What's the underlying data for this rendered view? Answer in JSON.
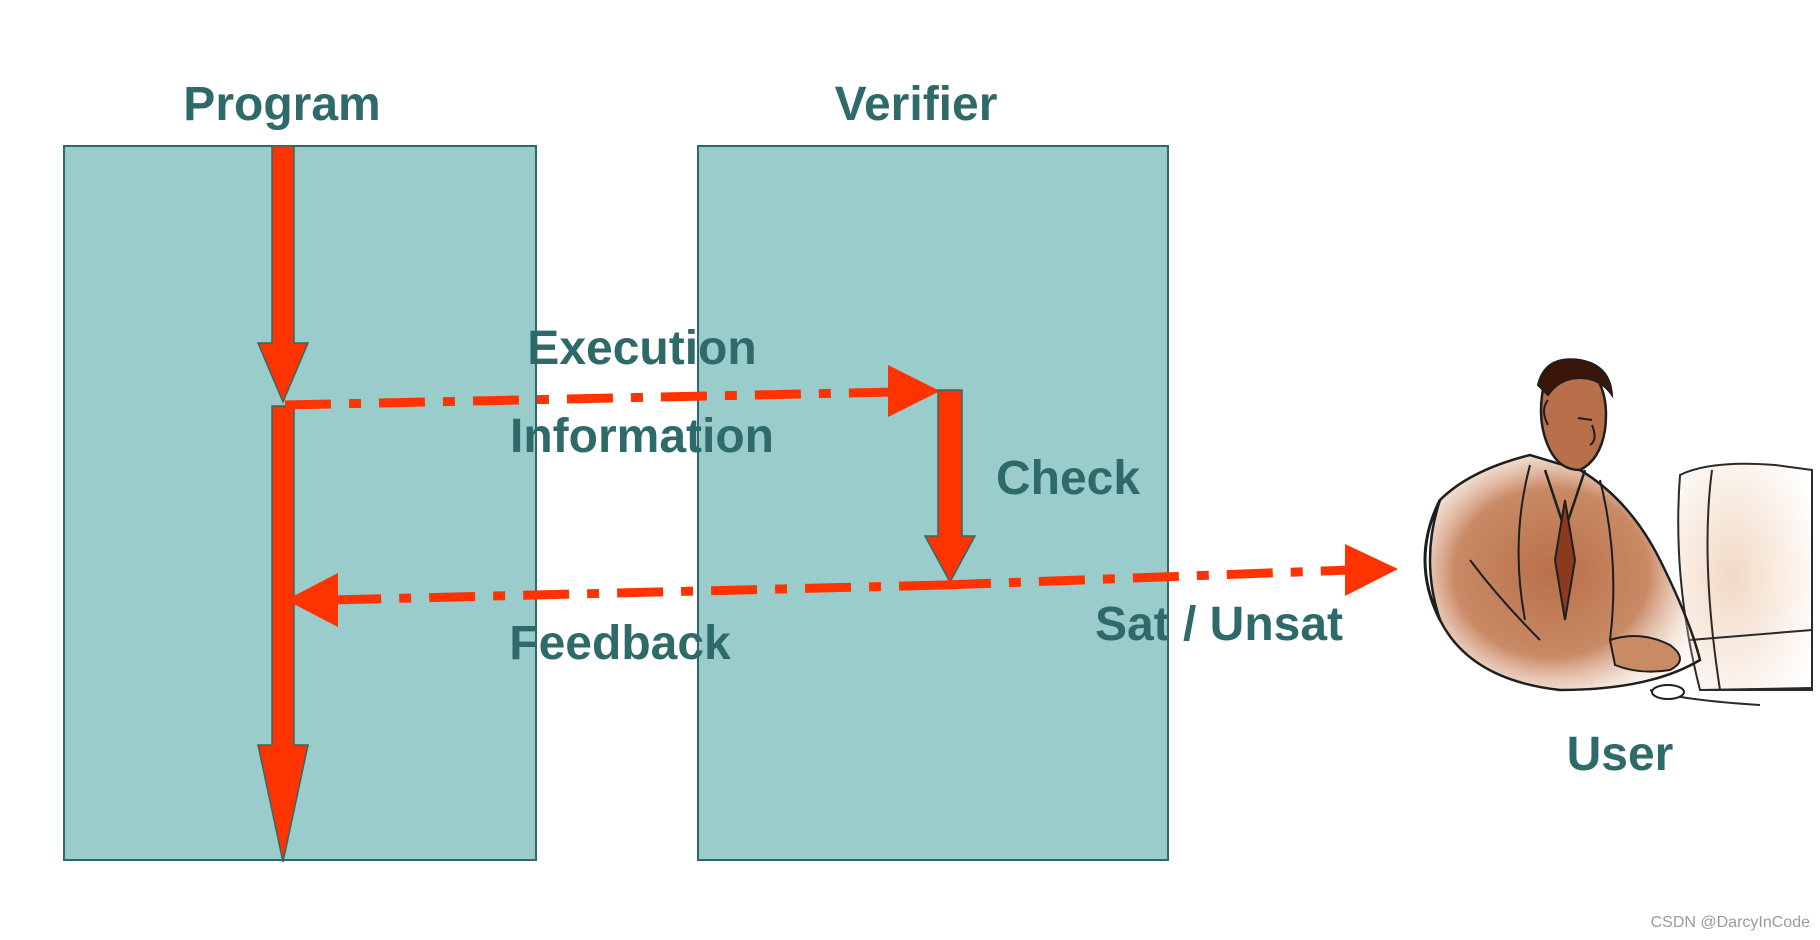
{
  "diagram": {
    "program_label": "Program",
    "verifier_label": "Verifier",
    "user_label": "User",
    "execution_label": "Execution",
    "information_label": "Information",
    "check_label": "Check",
    "feedback_label": "Feedback",
    "result_label": "Sat / Unsat",
    "user_icon": "user-at-computer-icon"
  },
  "watermark": "CSDN @DarcyInCode",
  "colors": {
    "box_fill": "#9ACCCC",
    "box_stroke": "#2F6A6A",
    "arrow": "#FF3300",
    "text": "#2F6A6A"
  }
}
